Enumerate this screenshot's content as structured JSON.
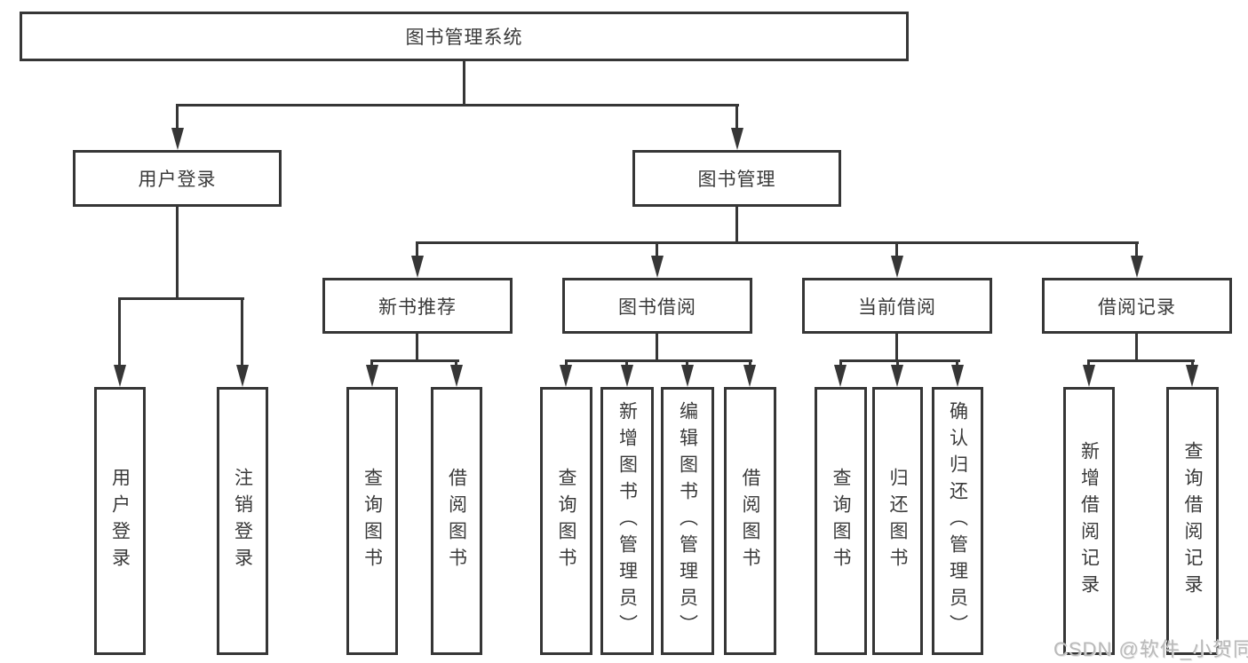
{
  "diagram": {
    "root": {
      "label": "图书管理系统"
    },
    "branches": [
      {
        "label": "用户登录",
        "children": [
          {
            "label": "用户登录"
          },
          {
            "label": "注销登录"
          }
        ]
      },
      {
        "label": "图书管理",
        "children": [
          {
            "label": "新书推荐",
            "children": [
              {
                "label": "查询图书"
              },
              {
                "label": "借阅图书"
              }
            ]
          },
          {
            "label": "图书借阅",
            "children": [
              {
                "label": "查询图书"
              },
              {
                "label": "新增图书（管理员）"
              },
              {
                "label": "编辑图书（管理员）"
              },
              {
                "label": "借阅图书"
              }
            ]
          },
          {
            "label": "当前借阅",
            "children": [
              {
                "label": "查询图书"
              },
              {
                "label": "归还图书"
              },
              {
                "label": "确认归还（管理员）"
              }
            ]
          },
          {
            "label": "借阅记录",
            "children": [
              {
                "label": "新增借阅记录"
              },
              {
                "label": "查询借阅记录"
              }
            ]
          }
        ]
      }
    ]
  },
  "watermark": {
    "text": "CSDN @软件_小贺同学"
  },
  "colors": {
    "line": "#363636",
    "text": "#3a3a3a",
    "box_background": "#ffffff",
    "page_background": "#ffffff",
    "watermark": "#b9b9b9"
  }
}
